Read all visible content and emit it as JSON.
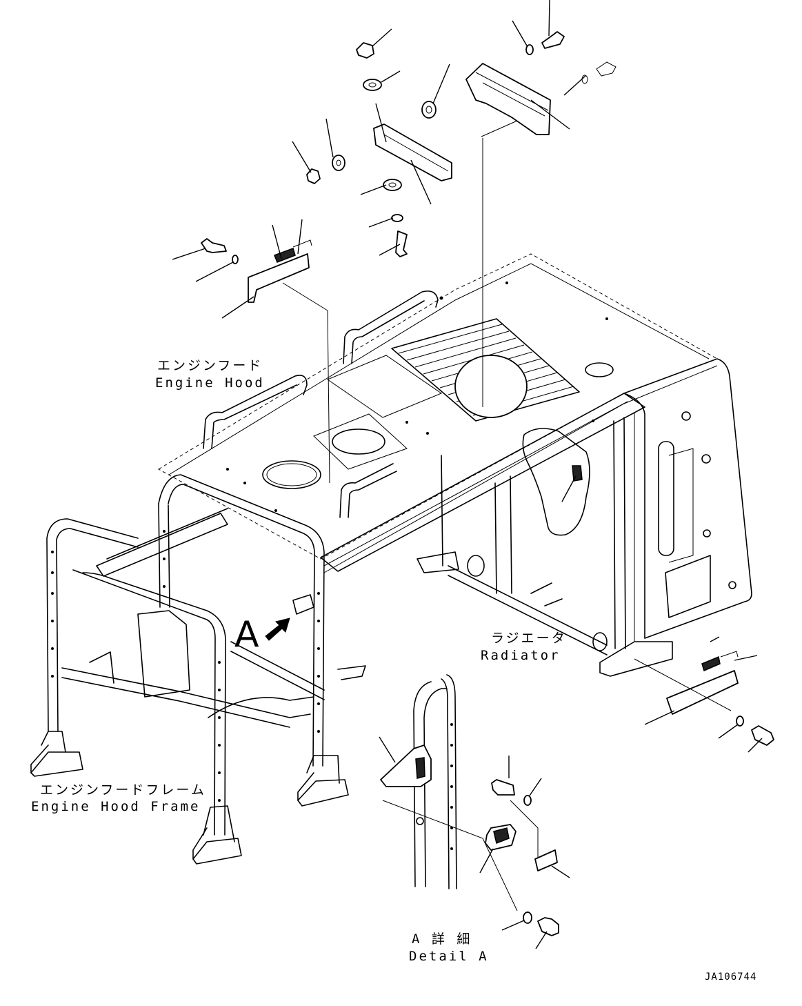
{
  "labels": {
    "engine_hood_jp": "エンジンフード",
    "engine_hood_en": "Engine Hood",
    "radiator_jp": "ラジエータ",
    "radiator_en": "Radiator",
    "frame_jp": "エンジンフードフレーム",
    "frame_en": "Engine Hood Frame",
    "detail_jp": "A 詳 細",
    "detail_en": "Detail A",
    "view_marker": "A",
    "drawing_code": "JA106744"
  },
  "icons": {
    "view_arrow": "view-direction-arrow-icon"
  }
}
